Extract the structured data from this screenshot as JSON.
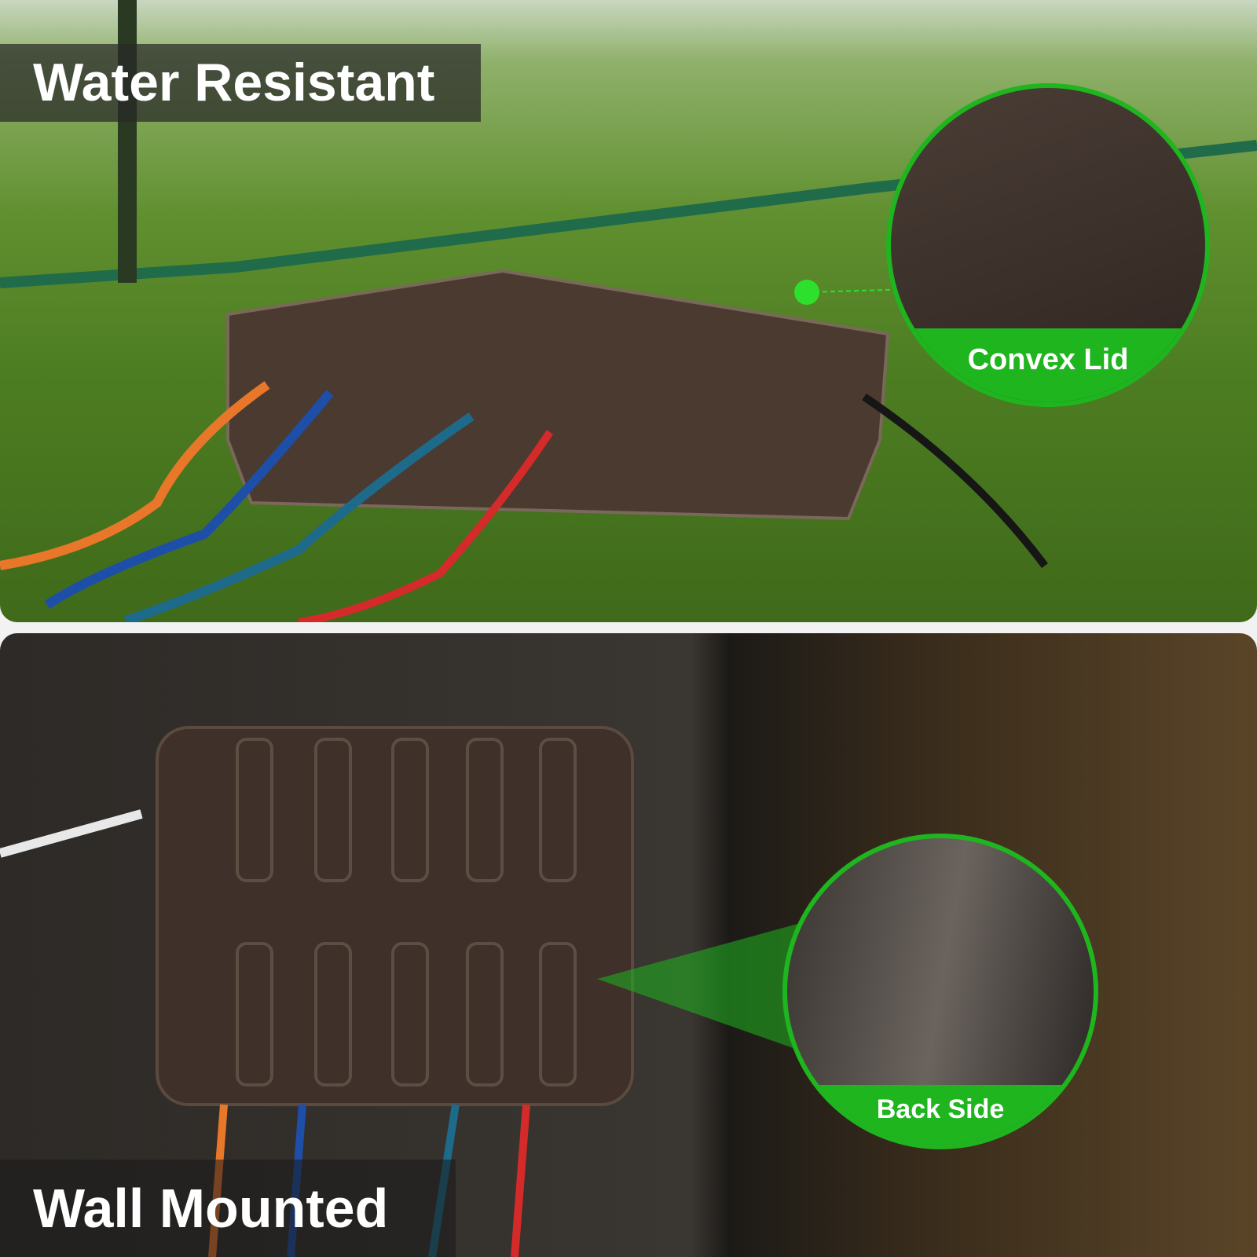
{
  "top_panel": {
    "title": "Water Resistant",
    "callout_label": "Convex Lid"
  },
  "bottom_panel": {
    "title": "Wall Mounted",
    "callout_label": "Back Side"
  },
  "colors": {
    "accent": "#1fb51f",
    "band": "#282828",
    "product": "#4a3a30"
  }
}
